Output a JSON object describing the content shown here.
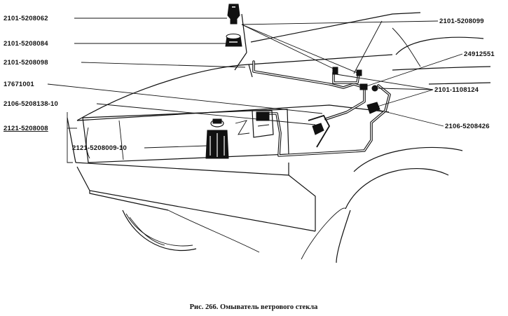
{
  "labels": {
    "l1": "2101-5208062",
    "l2": "2101-5208084",
    "l3": "2101-5208098",
    "l4": "17671001",
    "l5": "2106-5208138-10",
    "l6": "2121-5208008",
    "l7": "2121-5208009-10",
    "r1": "2101-5208099",
    "r2": "24912551",
    "r3": "2101-1108124",
    "r4": "2106-5208426"
  },
  "caption": "Рис. 266. Омыватель ветрового стекла"
}
